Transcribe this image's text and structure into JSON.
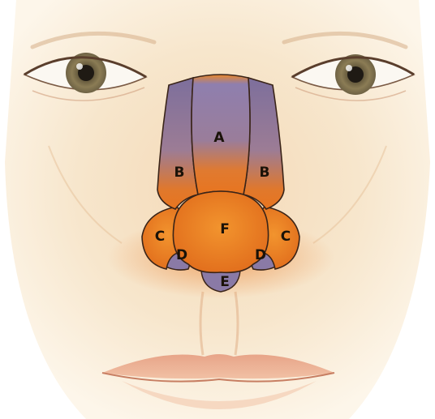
{
  "figure": {
    "regions": {
      "A": "A",
      "B_left": "B",
      "B_right": "B",
      "C_left": "C",
      "C_right": "C",
      "D_left": "D",
      "D_right": "D",
      "E": "E",
      "F": "F"
    },
    "colors": {
      "skin": "#f6e4c6",
      "skin_shadow": "#e9c39b",
      "nose_orange": "#e8751f",
      "nose_purple": "#8a7aa6",
      "outline": "#3a2418",
      "lips": "#e9a98a",
      "iris": "#8a7a55"
    }
  }
}
